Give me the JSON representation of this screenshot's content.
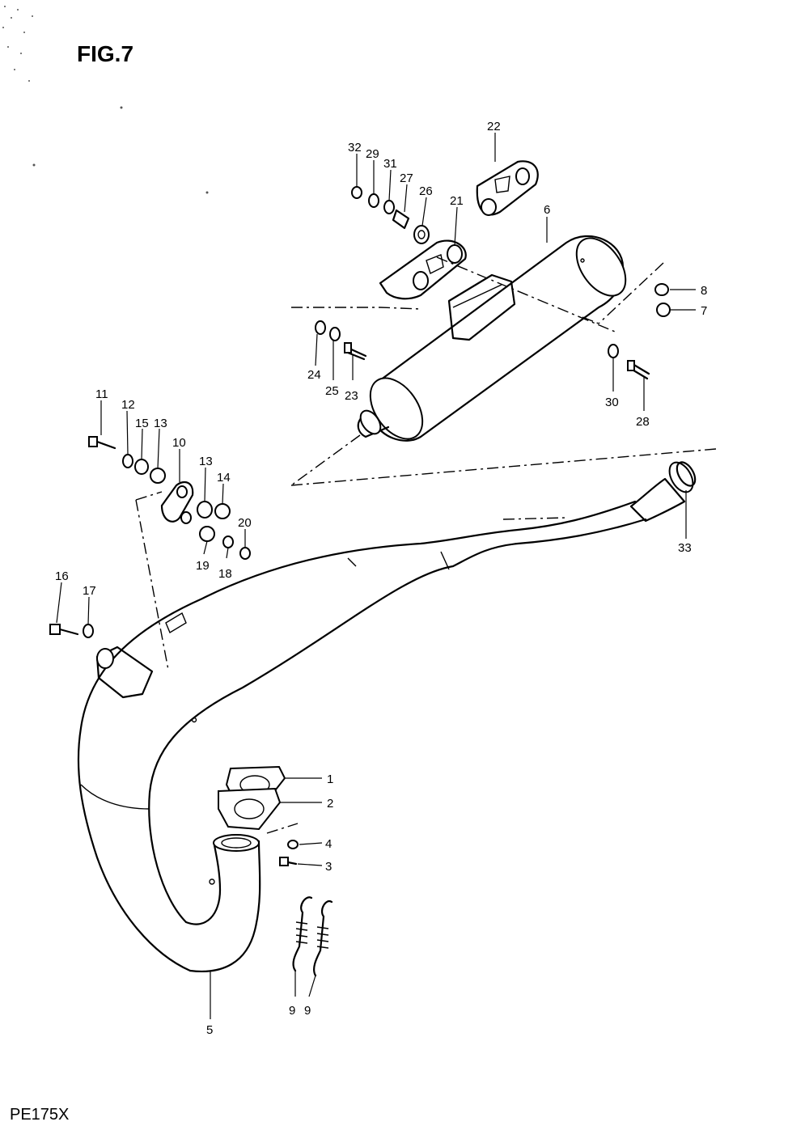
{
  "figure": {
    "title": "FIG.7",
    "model": "PE175X"
  },
  "callouts": [
    {
      "id": "c1",
      "text": "1"
    },
    {
      "id": "c2",
      "text": "2"
    },
    {
      "id": "c3",
      "text": "3"
    },
    {
      "id": "c4",
      "text": "4"
    },
    {
      "id": "c5",
      "text": "5"
    },
    {
      "id": "c6",
      "text": "6"
    },
    {
      "id": "c7",
      "text": "7"
    },
    {
      "id": "c8",
      "text": "8"
    },
    {
      "id": "c9a",
      "text": "9"
    },
    {
      "id": "c9b",
      "text": "9"
    },
    {
      "id": "c10",
      "text": "10"
    },
    {
      "id": "c11",
      "text": "11"
    },
    {
      "id": "c12",
      "text": "12"
    },
    {
      "id": "c13a",
      "text": "13"
    },
    {
      "id": "c13b",
      "text": "13"
    },
    {
      "id": "c14",
      "text": "14"
    },
    {
      "id": "c15",
      "text": "15"
    },
    {
      "id": "c16",
      "text": "16"
    },
    {
      "id": "c17",
      "text": "17"
    },
    {
      "id": "c18",
      "text": "18"
    },
    {
      "id": "c19",
      "text": "19"
    },
    {
      "id": "c20",
      "text": "20"
    },
    {
      "id": "c21",
      "text": "21"
    },
    {
      "id": "c22",
      "text": "22"
    },
    {
      "id": "c23",
      "text": "23"
    },
    {
      "id": "c24",
      "text": "24"
    },
    {
      "id": "c25",
      "text": "25"
    },
    {
      "id": "c26",
      "text": "26"
    },
    {
      "id": "c27",
      "text": "27"
    },
    {
      "id": "c28",
      "text": "28"
    },
    {
      "id": "c29",
      "text": "29"
    },
    {
      "id": "c30",
      "text": "30"
    },
    {
      "id": "c31",
      "text": "31"
    },
    {
      "id": "c32",
      "text": "32"
    },
    {
      "id": "c33",
      "text": "33"
    }
  ]
}
